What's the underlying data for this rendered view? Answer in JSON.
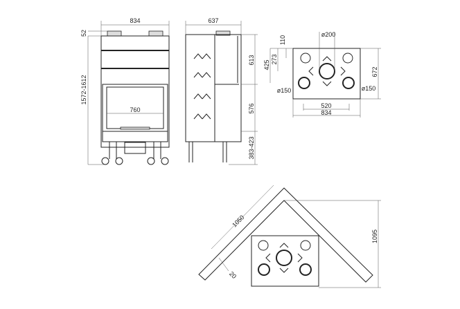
{
  "front_view": {
    "width": "834",
    "flue_height": "52",
    "total_height": "1572-1612",
    "opening_width": "760"
  },
  "side_view": {
    "depth": "637",
    "upper_height": "613",
    "middle_height": "576",
    "base_height": "383-423"
  },
  "top_view": {
    "flue_diameter": "ø200",
    "dim_110": "110",
    "dim_273": "273",
    "dim_425": "425",
    "depth": "672",
    "left_duct": "ø150",
    "right_duct": "ø150",
    "duct_spacing": "520",
    "width": "834"
  },
  "corner_view": {
    "wall_length": "1050",
    "wall_thickness": "20",
    "corner_depth": "1095"
  }
}
